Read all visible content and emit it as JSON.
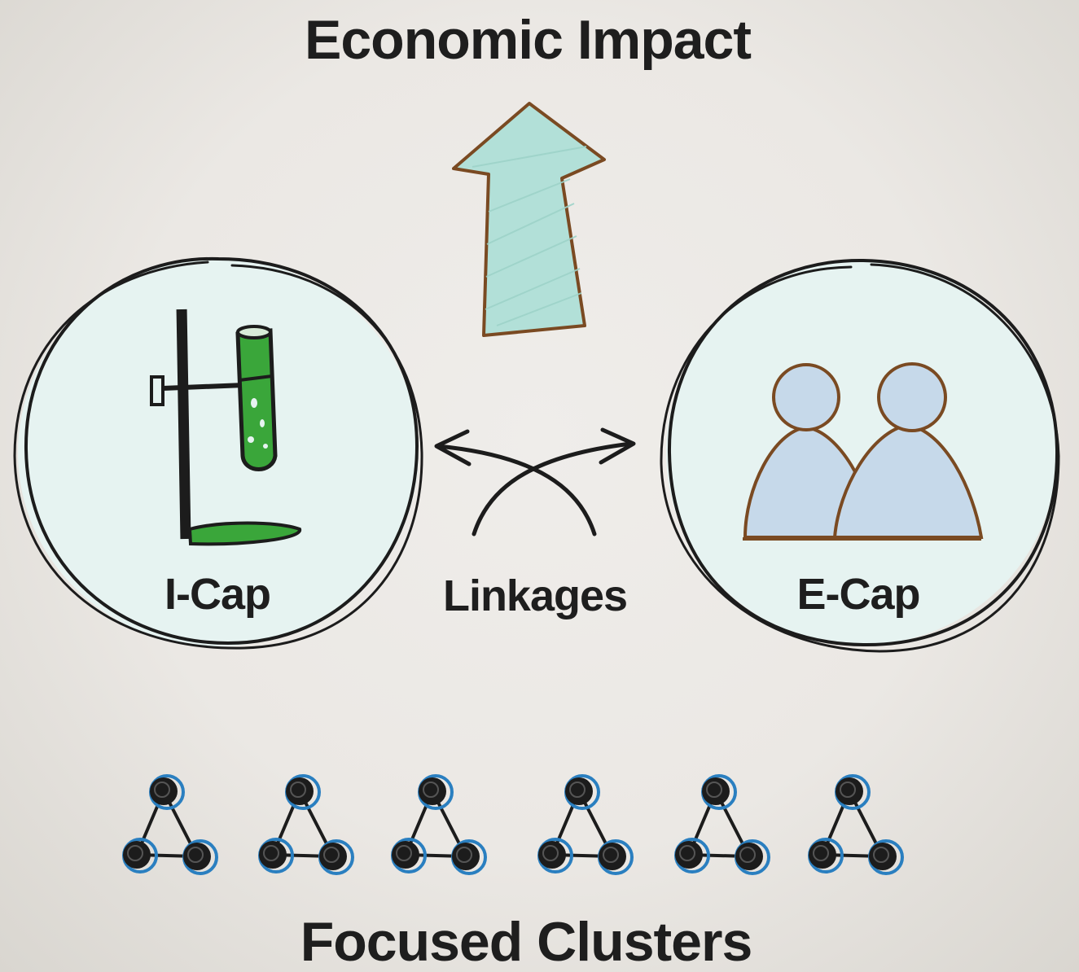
{
  "diagram": {
    "top_label": "Economic Impact",
    "left_label": "I-Cap",
    "middle_label": "Linkages",
    "right_label": "E-Cap",
    "bottom_label": "Focused Clusters"
  },
  "colors": {
    "background": "#ece9e5",
    "circle_fill": "#e6f3f1",
    "arrow_fill": "#b2e0d8",
    "arrow_stroke": "#7a4a22",
    "test_tube_green": "#3aa63a",
    "people_fill": "#c6d9ea",
    "cluster_node": "#1c1c1c",
    "cluster_node_halo": "#2a7fc0"
  },
  "icons": {
    "up_arrow": "up-arrow-icon",
    "test_tube": "test-tube-stand-icon",
    "people": "two-people-icon",
    "crossed_arrows": "crossed-arrows-icon",
    "cluster": "triangle-network-icon"
  },
  "cluster_count": 6
}
